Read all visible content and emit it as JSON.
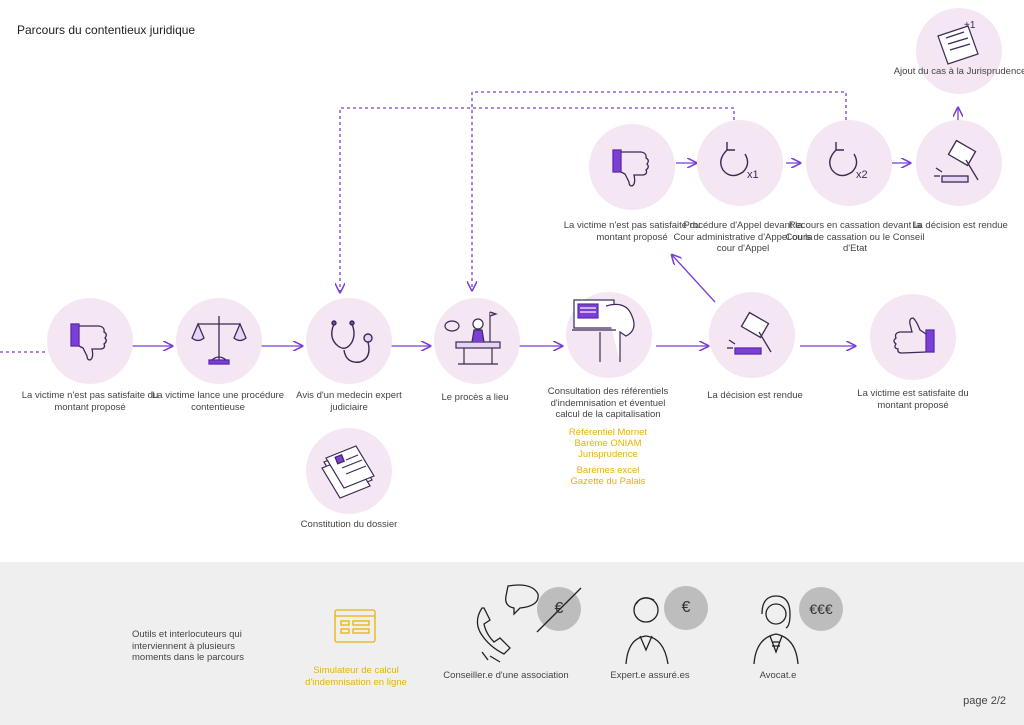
{
  "title": "Parcours du contentieux juridique",
  "steps": {
    "s1": "La victime n'est pas satisfaite du montant proposé",
    "s2": "La victime lance une procédure contentieuse",
    "s3": "Avis d'un medecin expert judiciaire",
    "s4": "Le procès a lieu",
    "s5": "Consultation des référentiels d'indemnisation et éventuel calcul de la capitalisation",
    "s6": "La décision est rendue",
    "s7": "La victime est satisfaite du montant proposé",
    "dossier": "Constitution du dossier",
    "u1": "La victime n'est pas satisfaite du montant proposé",
    "u2": "Procédure d'Appel devant la Cour administrative d'Appel ou la cour d'Appel",
    "u3": "Recours en cassation devant la Cours de cassation ou le Conseil d'Etat",
    "u4": "La décision est rendue",
    "u5": "Ajout du cas à la Jurisprudence"
  },
  "references": {
    "line1": "Référentiel Mornet",
    "line2": "Barème ONIAM",
    "line3": "Jurisprudence",
    "line4": "Barèmes excel",
    "line5": "Gazette du Palais"
  },
  "icon_marks": {
    "x1": "x1",
    "x2": "x2",
    "plus1": "+1"
  },
  "footer": {
    "intro": "Outils et interlocuteurs qui interviennent à plusieurs moments dans le parcours",
    "tool1": "Simulateur de calcul d'indemnisation en ligne",
    "actor1": "Conseiller.e d'une association",
    "actor1_badge": "€",
    "actor2": "Expert.e assuré.es",
    "actor2_badge": "€",
    "actor3": "Avocat.e",
    "actor3_badge": "€€€"
  },
  "page_label": "page 2/2",
  "colors": {
    "accent": "#7b3fd6",
    "bubble": "#f5e6f3",
    "highlight": "#e9b200",
    "footer_bg": "#efefef"
  }
}
